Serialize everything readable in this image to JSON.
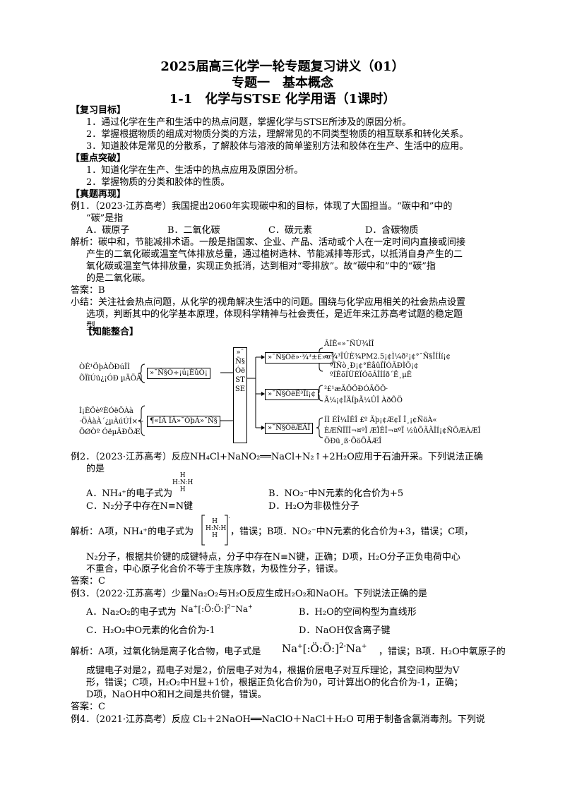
{
  "header": {
    "title1": "2025届高三化学一轮专题复习讲义（01）",
    "title2": "专题一　基本概念",
    "title3": "1-1　化学与STSE  化学用语（1课时）"
  },
  "review_goals": {
    "heading": "【复习目标】",
    "items": [
      "1．通过化学在生产和生活中的热点问题，掌握化学与STSE所涉及的原因分析。",
      "2．掌握根据物质的组成对物质分类的方法，理解常见的不同类型物质的相互联系和转化关系。",
      "3．知道胶体是常见的分散系，了解胶体与溶液的简单鉴别方法和胶体在生产、生活中的应用。"
    ]
  },
  "key_points": {
    "heading": "【重点突破】",
    "items": [
      "1．知道化学在生产、生活中的热点应用及原因分析。",
      "2．掌握物质的分类和胶体的性质。"
    ]
  },
  "real_questions": {
    "heading": "【真题再现】"
  },
  "example1": {
    "q1": "例1．（2023·江苏高考）我国提出2060年实现碳中和的目标，体现了大国担当。“碳中和”中的",
    "q2": "“碳”是指",
    "options": [
      "A．碳原子",
      "B．二氧化碳",
      "C．碳元素",
      "D．含碳物质"
    ],
    "analysis": [
      "解析：碳中和，节能减排术语。一般是指国家、企业、产品、活动或个人在一定时间内直接或间接",
      "产生的二氧化碳或温室气体排放总量，通过植树造林、节能减排等形式，以抵消自身产生的二",
      "氧化碳或温室气体排放量，实现正负抵消，达到相对“零排放”。故“碳中和”中的“碳”指",
      "的是二氧化碳。"
    ],
    "answer": "答案：B",
    "summary": [
      "小结：关注社会热点问题，从化学的视角解决生活中的问题。围绕与化学应用相关的社会热点设置",
      "选项，判断其中的化学基本原理，体现科学精神与社会责任，是近年来江苏高考试题的稳定题",
      "型。"
    ]
  },
  "knowledge": {
    "heading": "【知能整合】",
    "left_top": [
      "ÒÊ¹ÖþÀÖÐúÎÌ",
      "ÕÏîÚü¿¡ÓÐ µÄÖÀ"
    ],
    "left_top_box": "»¯Ñ§Ó÷¡ú¡ÈûÓ¡",
    "left_bottom": [
      "Ì¡ÈÖèºÈÓëÕÀà",
      "·ÖÀàÀ´¿µÀúÚÍ×÷",
      "ÖØÒº ÓëµÄÐÖÆ"
    ],
    "left_bottom_box": "¶«ÍÃ ÌÂ»¯ÓþÀ»¯Ñ§",
    "center_box": "»¯Ñ§ÓëSTSE",
    "branch1_box": "»¯Ñ§Óë»·¾³±£»¤",
    "branch1_text": [
      "ÂÍÊ«»¯ÑÙ¾ÌÎ",
      "»·¾³ÎÛÈ¾PM2.5¡¢Ì¼ð²¡¢°¯Ñ§ÎÍÍí¡¢",
      "ºÎÑò¸Ð¡¢°ÉåûÏÎÓÃÐÌÕ¡¢",
      "ºÍÊõÍÜÉÏÓõÂÎÍÍð´Ë¸µÊ"
    ],
    "branch2_box": "»¯Ñ§ÓëÊ³Îï¡¢",
    "branch2_text": [
      "²£¹æÃÔÖÐÓÃÕÖ·",
      "Ã¼¡¢ÎÄÍþÃ¼ÛÎ ÀðÕÖ"
    ],
    "branch3_box": "»¯Ñ§ÓëÆÄÎ",
    "branch3_text": [
      "ÍÌ ÉÎ¼ÎÊÎ £º Ãþ¡¢Æ¢Ï Î¸¡¢ÑöÀ«",
      "ÈÆÑÎÏÎ¬¤ºÏ ÆÏÊÎ¬¤ºÏ ½ûÕÃÄÎÍ¡¢ÑÕÆÀÆÎ",
      "ÖÐü¸ß·ÕöÕÃÆÎ"
    ]
  },
  "example2": {
    "q1": "例2．（2023·江苏高考）反应NH₄Cl+NaNO₂══NaCl+N₂↑+2H₂O应用于石油开采。下列说法正确",
    "q2": "的是",
    "optA": "A．NH₄⁺的电子式为",
    "optB": "B．NO₂⁻中N元素的化合价为+5",
    "optC": "C．N₂分子中存在N≡N键",
    "optD": "D．H₂O为非极性分子",
    "analysis1a": "解析：A项，NH₄⁺的电子式为",
    "analysis1b": "，错误；B项．NO₂⁻中N元素的化合价为+3，错误；C项，",
    "analysis2": "N₂分子，根据共价键的成键特点，分子中存在N≡N键，正确；D项，H₂O分子正负电荷中心",
    "analysis3": "不重合，中心原子化合价不等于主族序数，为极性分子，错误。",
    "answer": "答案：C"
  },
  "example3": {
    "q1": "例3．（2022·江苏高考）少量Na₂O₂与H₂O反应生成H₂O₂和NaOH。下列说法正确的是",
    "optA": "A．Na₂O₂的电子式为",
    "optB": "B．H₂O的空间构型为直线形",
    "optC": "C．H₂O₂中O元素的化合价为-1",
    "optD": "D．NaOH仅含离子键",
    "analysis1a": "解析：A项，过氧化钠是离子化合物，电子式是",
    "analysis1b": "，错误；B项．H₂O中氧原子的",
    "analysis2": "成键电子对是2，孤电子对是2，价层电子对为4，根据价层电子对互斥理论，其空间构型为V",
    "analysis3": "形，错误；C项，H₂O₂中H显+1价，根据正负化合价为0，可计算出O的化合价为-1，正确；",
    "analysis4": "D项，NaOH中O和H之间是共价键，错误。",
    "answer": "答案：C"
  },
  "example4": {
    "q1": "例4．（2021·江苏高考）反应 Cl₂＋2NaOH══NaClO＋NaCl＋H₂O 可用于制备含氯消毒剂。下列说"
  }
}
